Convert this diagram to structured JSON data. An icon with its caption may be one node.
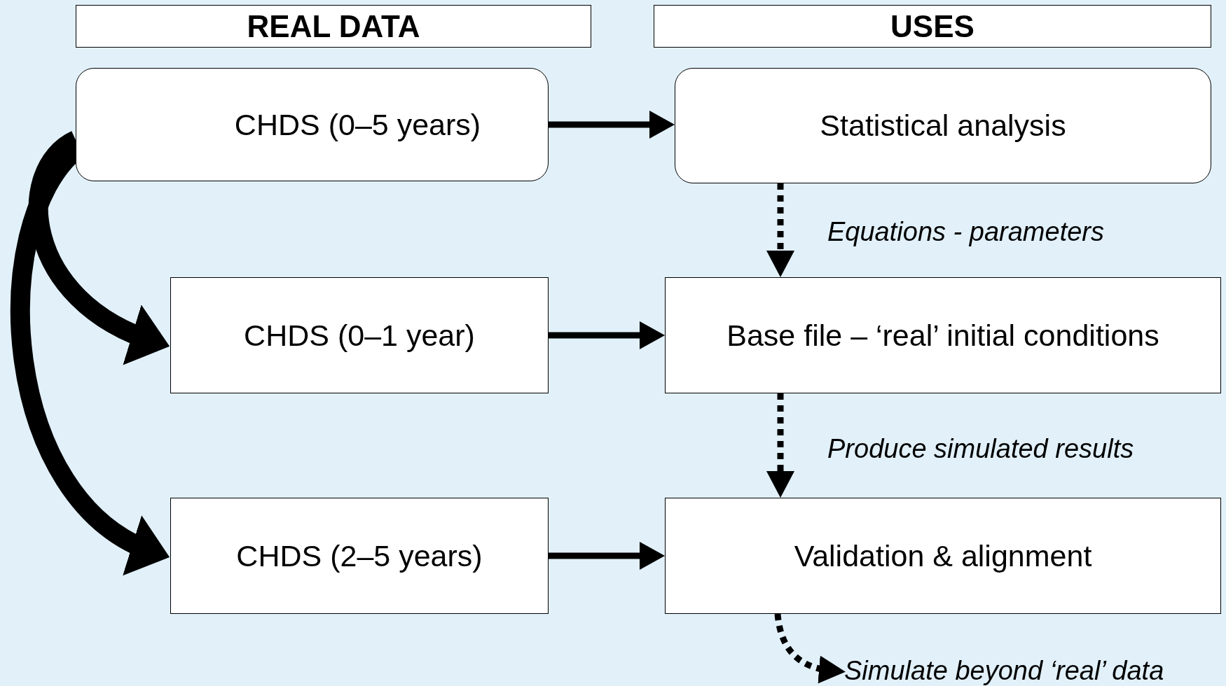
{
  "diagram": {
    "nodes": [
      {
        "text": [
          "REAL DATA"
        ]
      },
      {
        "text": [
          "USES"
        ]
      },
      {
        "text": [
          "CHDS (0–5 years)"
        ]
      },
      {
        "text": [
          "Statistical analysis"
        ]
      },
      {
        "text": [
          "CHDS (0–1 year)"
        ]
      },
      {
        "text": [
          "Base file – ‘real’ initial conditions"
        ]
      },
      {
        "text": [
          "CHDS (2–5 years)"
        ]
      },
      {
        "text": [
          "Validation & alignment"
        ]
      },
      {
        "text": [
          "Simulate beyond ‘real’ data"
        ]
      }
    ],
    "edges": [
      {
        "from": 2,
        "to": 3,
        "arrow": "to"
      },
      {
        "from": 4,
        "to": 5,
        "arrow": "to"
      },
      {
        "from": 6,
        "to": 7,
        "arrow": "to"
      },
      {
        "from": 3,
        "to": 5,
        "arrow": "to",
        "style": "dashed",
        "label": "Equations - parameters"
      },
      {
        "from": 5,
        "to": 7,
        "arrow": "to",
        "style": "dashed",
        "label": "Produce simulated results"
      },
      {
        "from": 7,
        "to": 8,
        "arrow": "to",
        "style": "dashed"
      },
      {
        "from": 2,
        "to": 4,
        "arrow": "to",
        "style": "thick"
      },
      {
        "from": 2,
        "to": 6,
        "arrow": "to",
        "style": "thick"
      }
    ]
  }
}
